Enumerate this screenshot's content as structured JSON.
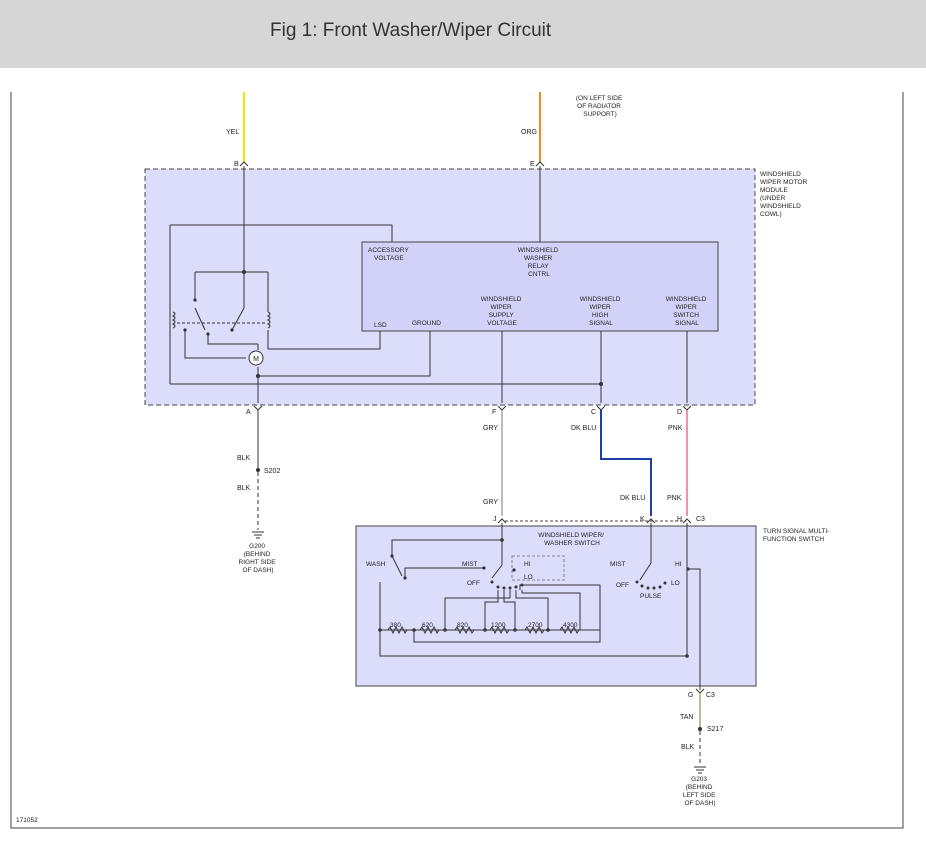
{
  "header": {
    "title": "Fig 1: Front Washer/Wiper Circuit"
  },
  "figure_id": "171052",
  "top_wires": {
    "left": {
      "color_label": "YEL",
      "pin": "B",
      "color": "#f2e600"
    },
    "right": {
      "color_label": "ORG",
      "pin": "E",
      "color": "#f08a1c",
      "note": [
        "(ON LEFT SIDE",
        "OF RADIATOR",
        "SUPPORT)"
      ]
    }
  },
  "motor_module": {
    "name": [
      "WINDSHIELD",
      "WIPER MOTOR",
      "MODULE",
      "(UNDER",
      "WINDSHIELD",
      "COWL)"
    ],
    "relay": {
      "accessory": [
        "ACCESSORY",
        "VOLTAGE"
      ],
      "title": [
        "WINDSHIELD",
        "WASHER",
        "RELAY",
        "CNTRL"
      ],
      "lsd": "LSD",
      "ground": "GROUND",
      "supply": [
        "WINDSHIELD",
        "WIPER",
        "SUPPLY",
        "VOLTAGE"
      ],
      "high": [
        "WINDSHIELD",
        "WIPER",
        "HIGH",
        "SIGNAL"
      ],
      "switch_sig": [
        "WINDSHIELD",
        "WIPER",
        "SWITCH",
        "SIGNAL"
      ]
    },
    "motor_symbol": "M",
    "pins": {
      "a": "A",
      "f": "F",
      "c": "C",
      "d": "D"
    }
  },
  "ground_left": {
    "wire1": "BLK",
    "splice": "S202",
    "wire2": "BLK",
    "label": [
      "G200",
      "(BEHIND",
      "RIGHT SIDE",
      "OF DASH)"
    ]
  },
  "mid_wires": {
    "gry": {
      "label_top": "GRY",
      "label_bottom": "GRY",
      "color": "#a8a8a8"
    },
    "dkblu": {
      "label_top": "DK BLU",
      "label_bottom": "DK BLU",
      "color": "#1f3fa8"
    },
    "pnk": {
      "label_top": "PNK",
      "label_bottom": "PNK",
      "color": "#e86aa0"
    }
  },
  "turn_switch": {
    "name": [
      "TURN SIGNAL MULTI-",
      "FUNCTION SWITCH"
    ],
    "sub_name": [
      "WINDSHIELD WIPER/",
      "WASHER SWITCH"
    ],
    "pins": {
      "j": "J",
      "k": "K",
      "h": "H",
      "c3_top": "C3",
      "g": "G",
      "c3_bottom": "C3"
    },
    "labels": {
      "wash": "WASH",
      "mist1": "MIST",
      "hi1": "HI",
      "off1": "OFF",
      "lo1": "LO",
      "mist2": "MIST",
      "hi2": "HI",
      "off2": "OFF",
      "lo2": "LO",
      "pulse": "PULSE"
    },
    "resistors": [
      "380",
      "620",
      "820",
      "1200",
      "2700",
      "4300"
    ]
  },
  "ground_right": {
    "wire1": "TAN",
    "splice": "S217",
    "wire2": "BLK",
    "label": [
      "G203",
      "(BEHIND",
      "LEFT SIDE",
      "OF DASH)"
    ]
  }
}
